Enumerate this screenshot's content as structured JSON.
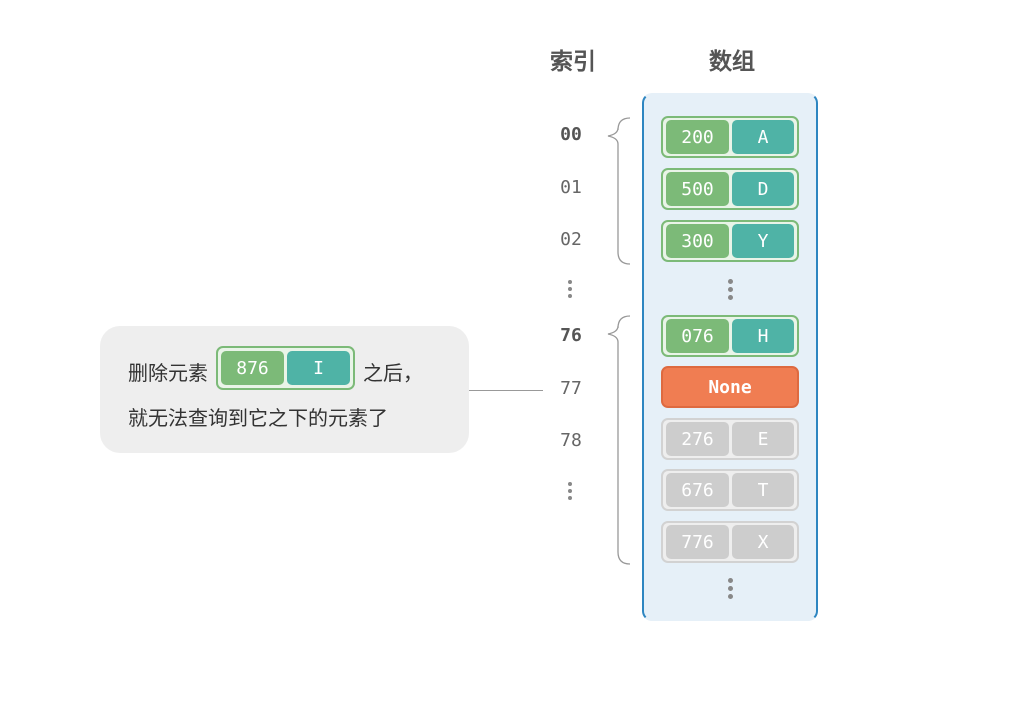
{
  "headers": {
    "index": "索引",
    "array": "数组"
  },
  "indices": [
    {
      "label": "00",
      "bold": true
    },
    {
      "label": "01",
      "bold": false
    },
    {
      "label": "02",
      "bold": false
    },
    {
      "label": "76",
      "bold": true
    },
    {
      "label": "77",
      "bold": false
    },
    {
      "label": "78",
      "bold": false
    }
  ],
  "cells": [
    {
      "key": "200",
      "value": "A",
      "state": "active"
    },
    {
      "key": "500",
      "value": "D",
      "state": "active"
    },
    {
      "key": "300",
      "value": "Y",
      "state": "active"
    },
    {
      "key": "076",
      "value": "H",
      "state": "active"
    },
    {
      "none_label": "None",
      "state": "none"
    },
    {
      "key": "276",
      "value": "E",
      "state": "inaccessible"
    },
    {
      "key": "676",
      "value": "T",
      "state": "inaccessible"
    },
    {
      "key": "776",
      "value": "X",
      "state": "inaccessible"
    }
  ],
  "callout": {
    "line1_prefix": "删除元素",
    "deleted_key": "876",
    "deleted_value": "I",
    "line1_suffix": "之后，",
    "line2": "就无法查询到它之下的元素了"
  },
  "colors": {
    "key_green": "#7cba78",
    "value_teal": "#4fb3a6",
    "none_orange": "#f07d52",
    "inaccessible_gray": "#cdcdcd",
    "panel_bg": "#e6f0f8",
    "panel_border": "#2e86c1"
  }
}
